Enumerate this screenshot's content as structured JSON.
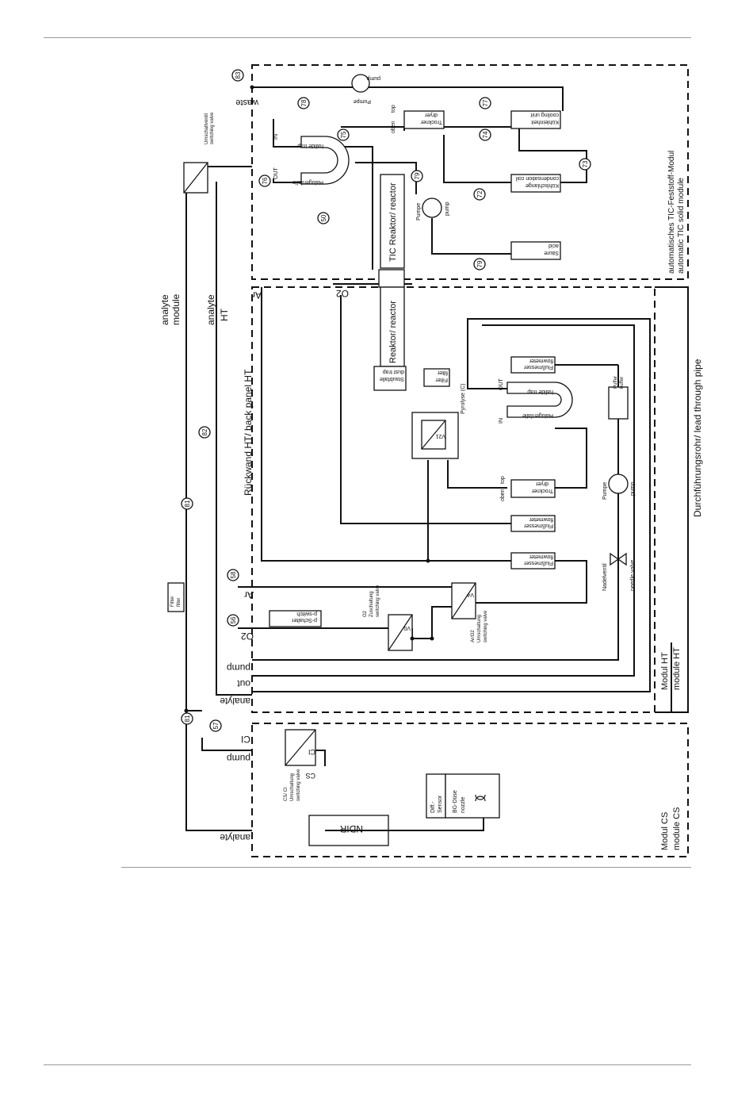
{
  "modules": {
    "tic": [
      "automatisches TIC-Feststoff-Modul",
      "automatic TIC solid module"
    ],
    "ht": [
      "Modul HT",
      "module HT"
    ],
    "cs": [
      "Modul CS",
      "module CS"
    ],
    "back_panel": "Rückwand HT/ back panel HT",
    "lead_through": "Durchführungsrohr/ lead through pipe"
  },
  "components": {
    "tic_reactor": "TIC Reaktor/ reactor",
    "reactor": "Reaktor/ reactor",
    "pump_top": [
      "pump",
      "Pumpe"
    ],
    "tic_pump": [
      "Pumpe",
      "pump"
    ],
    "cooling_unit": [
      "Kühleinheit",
      "cooling unit"
    ],
    "condensation_coil": [
      "Kühlschlange",
      "condensation coil"
    ],
    "dryer_tic": [
      "Trockner",
      "dryer"
    ],
    "dryer_ht": [
      "Trockner",
      "dryer"
    ],
    "open_top": [
      "oben",
      "top"
    ],
    "acid": [
      "Säure",
      "acid"
    ],
    "halide_trap_tic": [
      "halide trap",
      "Halogenfalle"
    ],
    "halide_trap_ht": [
      "halide trap",
      "Halogenfalle"
    ],
    "in": "IN",
    "out": "OUT",
    "switching_valve_tic": [
      "Umschaltventil",
      "switching valve"
    ],
    "dust_trap": [
      "Staubfalle",
      "dust trap"
    ],
    "filter_small": [
      "Filter",
      "filter"
    ],
    "pyrolysis": "Pyrolyse (C)",
    "v21": "V21",
    "flowmeter_top": [
      "Flußmesser",
      "flowmeter"
    ],
    "flowmeter_o2": [
      "Flußmesser",
      "flowmeter"
    ],
    "flowmeter_ar": [
      "Flußmesser",
      "flowmeter"
    ],
    "buffer": [
      "Puffer",
      "buffer"
    ],
    "ht_pump": [
      "Pumpe",
      "pump"
    ],
    "needle_valve": [
      "Nadelventil",
      "needle valve"
    ],
    "v0": "V0",
    "v4": "V4",
    "o2_switching": [
      "O2",
      "Zuschaltung",
      "switching valve"
    ],
    "aro2_switching": [
      "Ar/O2",
      "Umschaltung",
      "switching valve"
    ],
    "p_switch": [
      "p-Schalter",
      "p-switch"
    ],
    "filter_main": [
      "Filter",
      "filter"
    ],
    "cs_ci_valve": [
      "CS/ CI",
      "Umschaltung",
      "switching valve"
    ],
    "ndir": "NDIR",
    "diff_sensor": [
      "Diff.-",
      "Sensor"
    ],
    "bg_nozzle": [
      "BG-Düse",
      "nozzle"
    ]
  },
  "port_labels": {
    "waste": "waste",
    "ar_top": "Ar",
    "o2_top": "O2",
    "ar": "Ar",
    "o2": "O2",
    "pump_ht": "pump",
    "out_ht": "out",
    "analyte_ht": "analyte",
    "ci": "CI",
    "pump_cs": "pump",
    "analyte_cs": "analyte",
    "cs": "CS",
    "ci_valve": "CI"
  },
  "line_labels": {
    "analyte_module": [
      "analyte",
      "module"
    ],
    "analyte_ht": [
      "analyte",
      "HT"
    ]
  },
  "markers": [
    "83",
    "78",
    "77",
    "75",
    "74",
    "76",
    "73",
    "79",
    "72",
    "50",
    "79",
    "82",
    "81",
    "58",
    "56",
    "57",
    "81"
  ]
}
